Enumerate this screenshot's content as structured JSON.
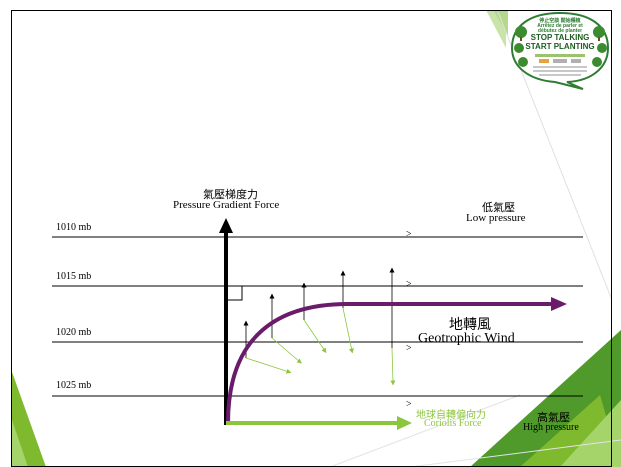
{
  "colors": {
    "black": "#000000",
    "wind_purple": "#6a1b6a",
    "coriolis_green": "#8cc63f",
    "theme_green": "#7fba2e",
    "dark_green": "#2e7d32"
  },
  "isobars": [
    {
      "label": "1010 mb",
      "value": 1010
    },
    {
      "label": "1015 mb",
      "value": 1015
    },
    {
      "label": "1020 mb",
      "value": 1020
    },
    {
      "label": "1025 mb",
      "value": 1025
    }
  ],
  "isobar_arrow_glyph": ">",
  "pressure_gradient_force": {
    "zh": "氣壓梯度力",
    "en": "Pressure Gradient Force"
  },
  "low_pressure": {
    "zh": "低氣壓",
    "en": "Low pressure"
  },
  "high_pressure": {
    "zh": "高氣壓",
    "en": "High pressure"
  },
  "geostrophic_wind": {
    "zh": "地轉風",
    "en": "Geotrophic Wind"
  },
  "coriolis_force": {
    "zh": "地球自轉偏向力",
    "en": "Coriolis Force"
  },
  "logo": {
    "line1": "停止空談 開始種植",
    "line2": "Arrêtez de parler et",
    "line3": "débutez de planter",
    "line4": "STOP TALKING",
    "line5": "START PLANTING"
  }
}
